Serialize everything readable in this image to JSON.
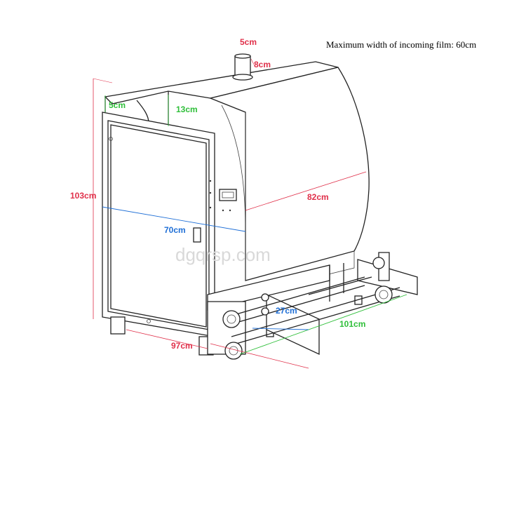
{
  "note": "Maximum width of incoming film: 60cm",
  "watermark": "dgqrsp.com",
  "dimensions": {
    "pipe_diameter": "5cm",
    "pipe_height": "8cm",
    "side_gap": "5cm",
    "top_step": "13cm",
    "height": "103cm",
    "depth": "82cm",
    "door_width": "70cm",
    "width": "97cm",
    "roller_gap": "27cm",
    "rack_length": "101cm"
  },
  "colors": {
    "red": "#e0304a",
    "green": "#2fbf3a",
    "blue": "#1f6fd6",
    "outline": "#222222"
  }
}
